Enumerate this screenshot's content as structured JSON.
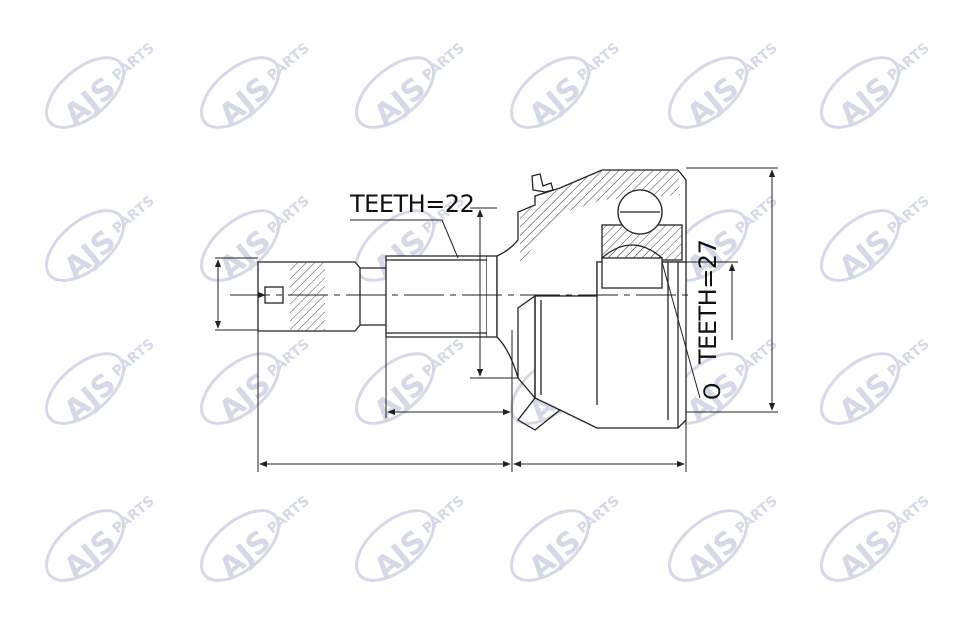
{
  "watermark": {
    "brand_text": "AJS",
    "sub_text": "PARTS",
    "color": "#1d2d7a",
    "opacity": 0.18
  },
  "drawing": {
    "line_color": "#222222",
    "hatch_color": "#444444",
    "shaft_label": "TEETH=22",
    "bell_label": "TEETH=27",
    "o_mark": "O"
  }
}
